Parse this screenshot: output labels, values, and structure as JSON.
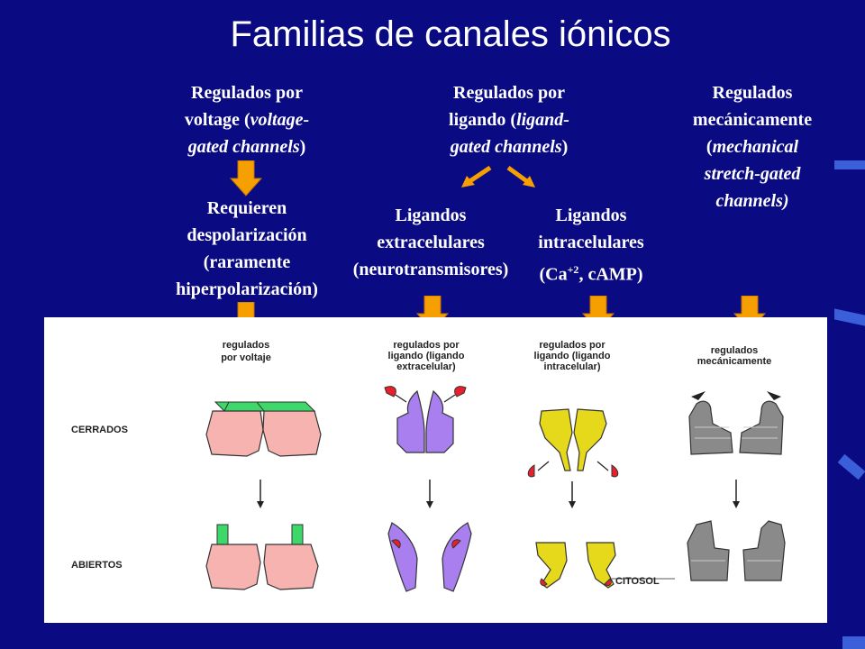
{
  "title": "Familias de canales iónicos",
  "columns": {
    "voltage": {
      "lines": [
        "Regulados por",
        "voltage (",
        "voltage-",
        ")",
        "gated channels"
      ],
      "req_lines": [
        "Requieren",
        "despolarización",
        "(raramente",
        "hiperpolarización)"
      ]
    },
    "ligand": {
      "line1": "Regulados por",
      "line2a": "ligando (",
      "line2b": "ligand-",
      "line3": "gated channels",
      "line3b": ")"
    },
    "extra": [
      "Ligandos",
      "extracelulares",
      "(neurotransmisores)"
    ],
    "intra": {
      "l1": "Ligandos",
      "l2": "intracelulares",
      "l3a": "(Ca",
      "sup": "+2",
      "l3b": ", cAMP)"
    },
    "mech": [
      "Regulados",
      "mecánicamente",
      "(",
      "mechanical",
      "stretch-gated",
      "channels)"
    ]
  },
  "figure": {
    "col_voltaje": [
      "regulados",
      "por voltaje"
    ],
    "col_extra": [
      "regulados por",
      "ligando (ligando",
      "extracelular)"
    ],
    "col_intra": [
      "regulados por",
      "ligando (ligando",
      "intracelular)"
    ],
    "col_mech": [
      "regulados",
      "mecánicamente"
    ],
    "row_closed": "CERRADOS",
    "row_open": "ABIERTOS",
    "citosol": "CITOSOL"
  },
  "colors": {
    "background": "#0a0a83",
    "arrow_orange": "#f5a000",
    "pink": "#f7b3b0",
    "green": "#3ed86a",
    "purple": "#a97ff0",
    "yellow": "#e6d81a",
    "red": "#e8202a",
    "gray": "#8a8a8a"
  }
}
